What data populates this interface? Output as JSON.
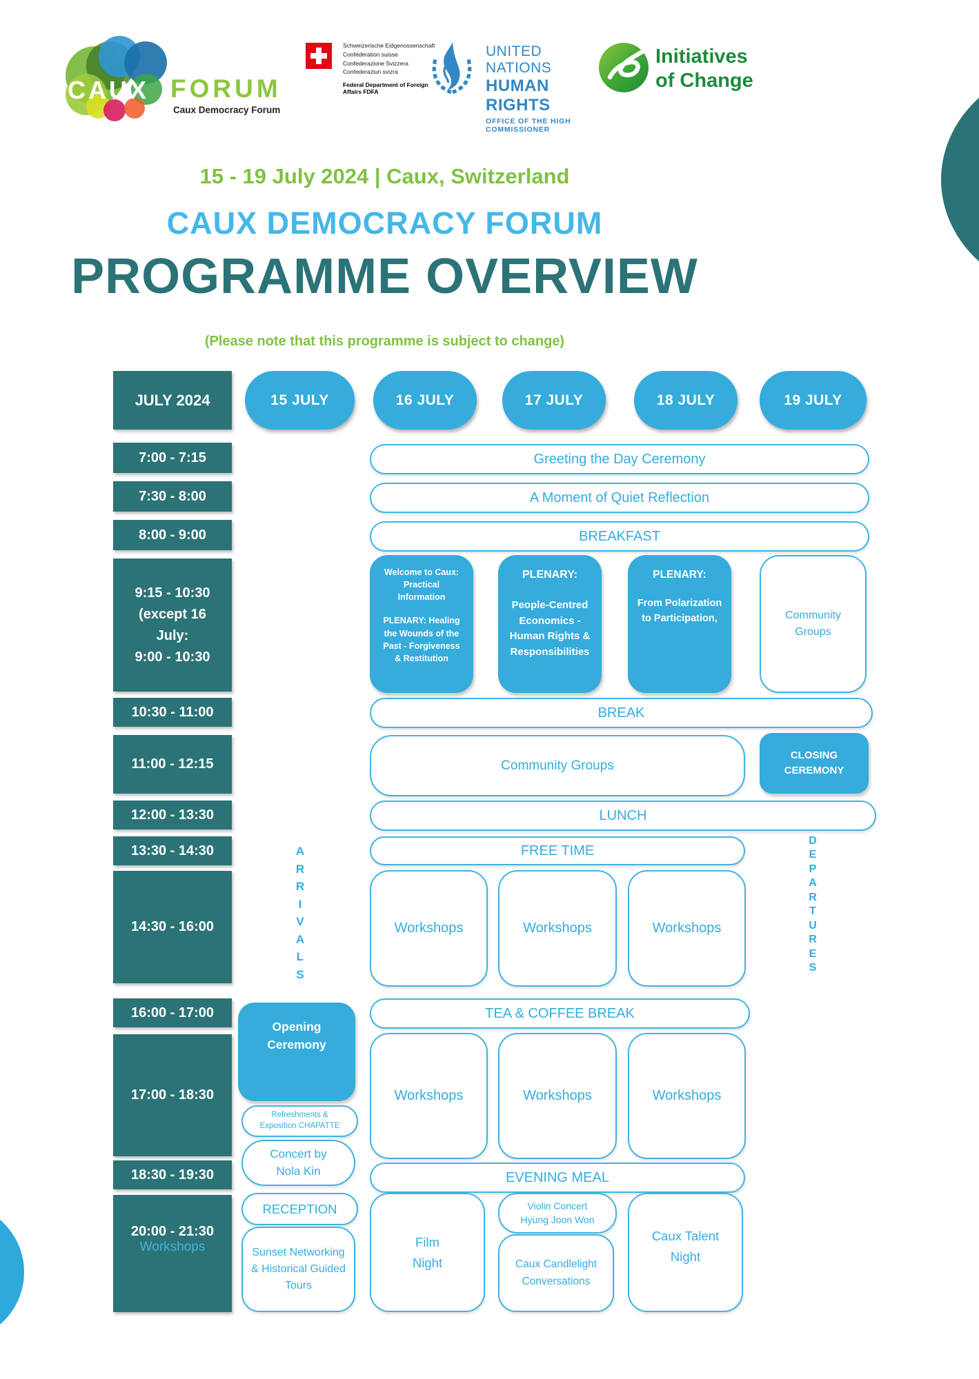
{
  "logos": {
    "caux_forum": {
      "caux": "CAUX",
      "forum": "FORUM",
      "subtitle": "Caux Democracy Forum"
    },
    "swiss_confederation": {
      "line1": "Schweizerische Eidgenossenschaft",
      "line2": "Confédération suisse",
      "line3": "Confederazione Svizzera",
      "line4": "Confederaziun svizra",
      "department": "Federal Department of Foreign Affairs FDFA"
    },
    "un_human_rights": {
      "line1": "UNITED NATIONS",
      "line2": "HUMAN RIGHTS",
      "line3": "OFFICE OF THE HIGH COMMISSIONER"
    },
    "initiatives_of_change": {
      "line1": "Initiatives",
      "line2": "of Change"
    }
  },
  "title": {
    "date_location": "15 - 19 July 2024 | Caux, Switzerland",
    "forum": "CAUX DEMOCRACY FORUM",
    "main": "PROGRAMME OVERVIEW",
    "note": "(Please note that this programme is subject to change)"
  },
  "grid": {
    "month": "JULY 2024",
    "days": [
      "15 JULY",
      "16 JULY",
      "17 JULY",
      "18 JULY",
      "19 JULY"
    ],
    "arrivals": "ARRIVALS",
    "departures": "DEPARTURES",
    "times": {
      "slot1": "7:00 - 7:15",
      "slot2": "7:30 - 8:00",
      "slot3": "8:00 - 9:00",
      "slot4_l1": "9:15 - 10:30",
      "slot4_l2": "(except 16",
      "slot4_l3": "July:",
      "slot4_l4": "9:00 - 10:30",
      "slot5": "10:30 - 11:00",
      "slot6": "11:00 - 12:15",
      "slot7": "12:00 - 13:30",
      "slot8": "13:30 - 14:30",
      "slot9": "14:30 - 16:00",
      "slot10": "16:00 - 17:00",
      "slot11": "17:00 - 18:30",
      "slot12": "18:30 - 19:30",
      "slot13": "20:00 - 21:30",
      "slot13_note": "Workshops"
    },
    "events": {
      "greeting": "Greeting the Day Ceremony",
      "reflection": "A Moment of Quiet Reflection",
      "breakfast": "BREAKFAST",
      "welcome": "Welcome to Caux: Practical Information",
      "plenary_healing": "PLENARY: Healing the Wounds of the Past - Forgiveness & Restitution",
      "plenary": "PLENARY:",
      "plenary_economics": "People-Centred Economics - Human Rights & Responsibilities",
      "plenary_polarization": "From Polarization to Participation,",
      "community_groups": "Community Groups",
      "break": "BREAK",
      "closing": "CLOSING CEREMONY",
      "lunch": "LUNCH",
      "free_time": "FREE TIME",
      "workshops": "Workshops",
      "tea": "TEA & COFFEE BREAK",
      "opening": "Opening Ceremony",
      "refreshments_l1": "Refreshments &",
      "refreshments_l2": "Exposition CHAPATTE",
      "concert": "Concert by Nola Kin",
      "evening_meal": "EVENING MEAL",
      "reception": "RECEPTION",
      "sunset": "Sunset Networking & Historical Guided Tours",
      "film": "Film Night",
      "violin_l1": "Violin Concert",
      "violin_l2": "Hyung Joon Won",
      "candlelight": "Caux Candlelight Conversations",
      "talent": "Caux Talent Night"
    }
  },
  "colors": {
    "teal": "#2B7377",
    "blue": "#35ACDC",
    "green": "#7FC241",
    "title_blue": "#45B7E8",
    "un_blue": "#3387C4",
    "swiss_red": "#E30613",
    "iofc_green": "#1E8A3C"
  }
}
